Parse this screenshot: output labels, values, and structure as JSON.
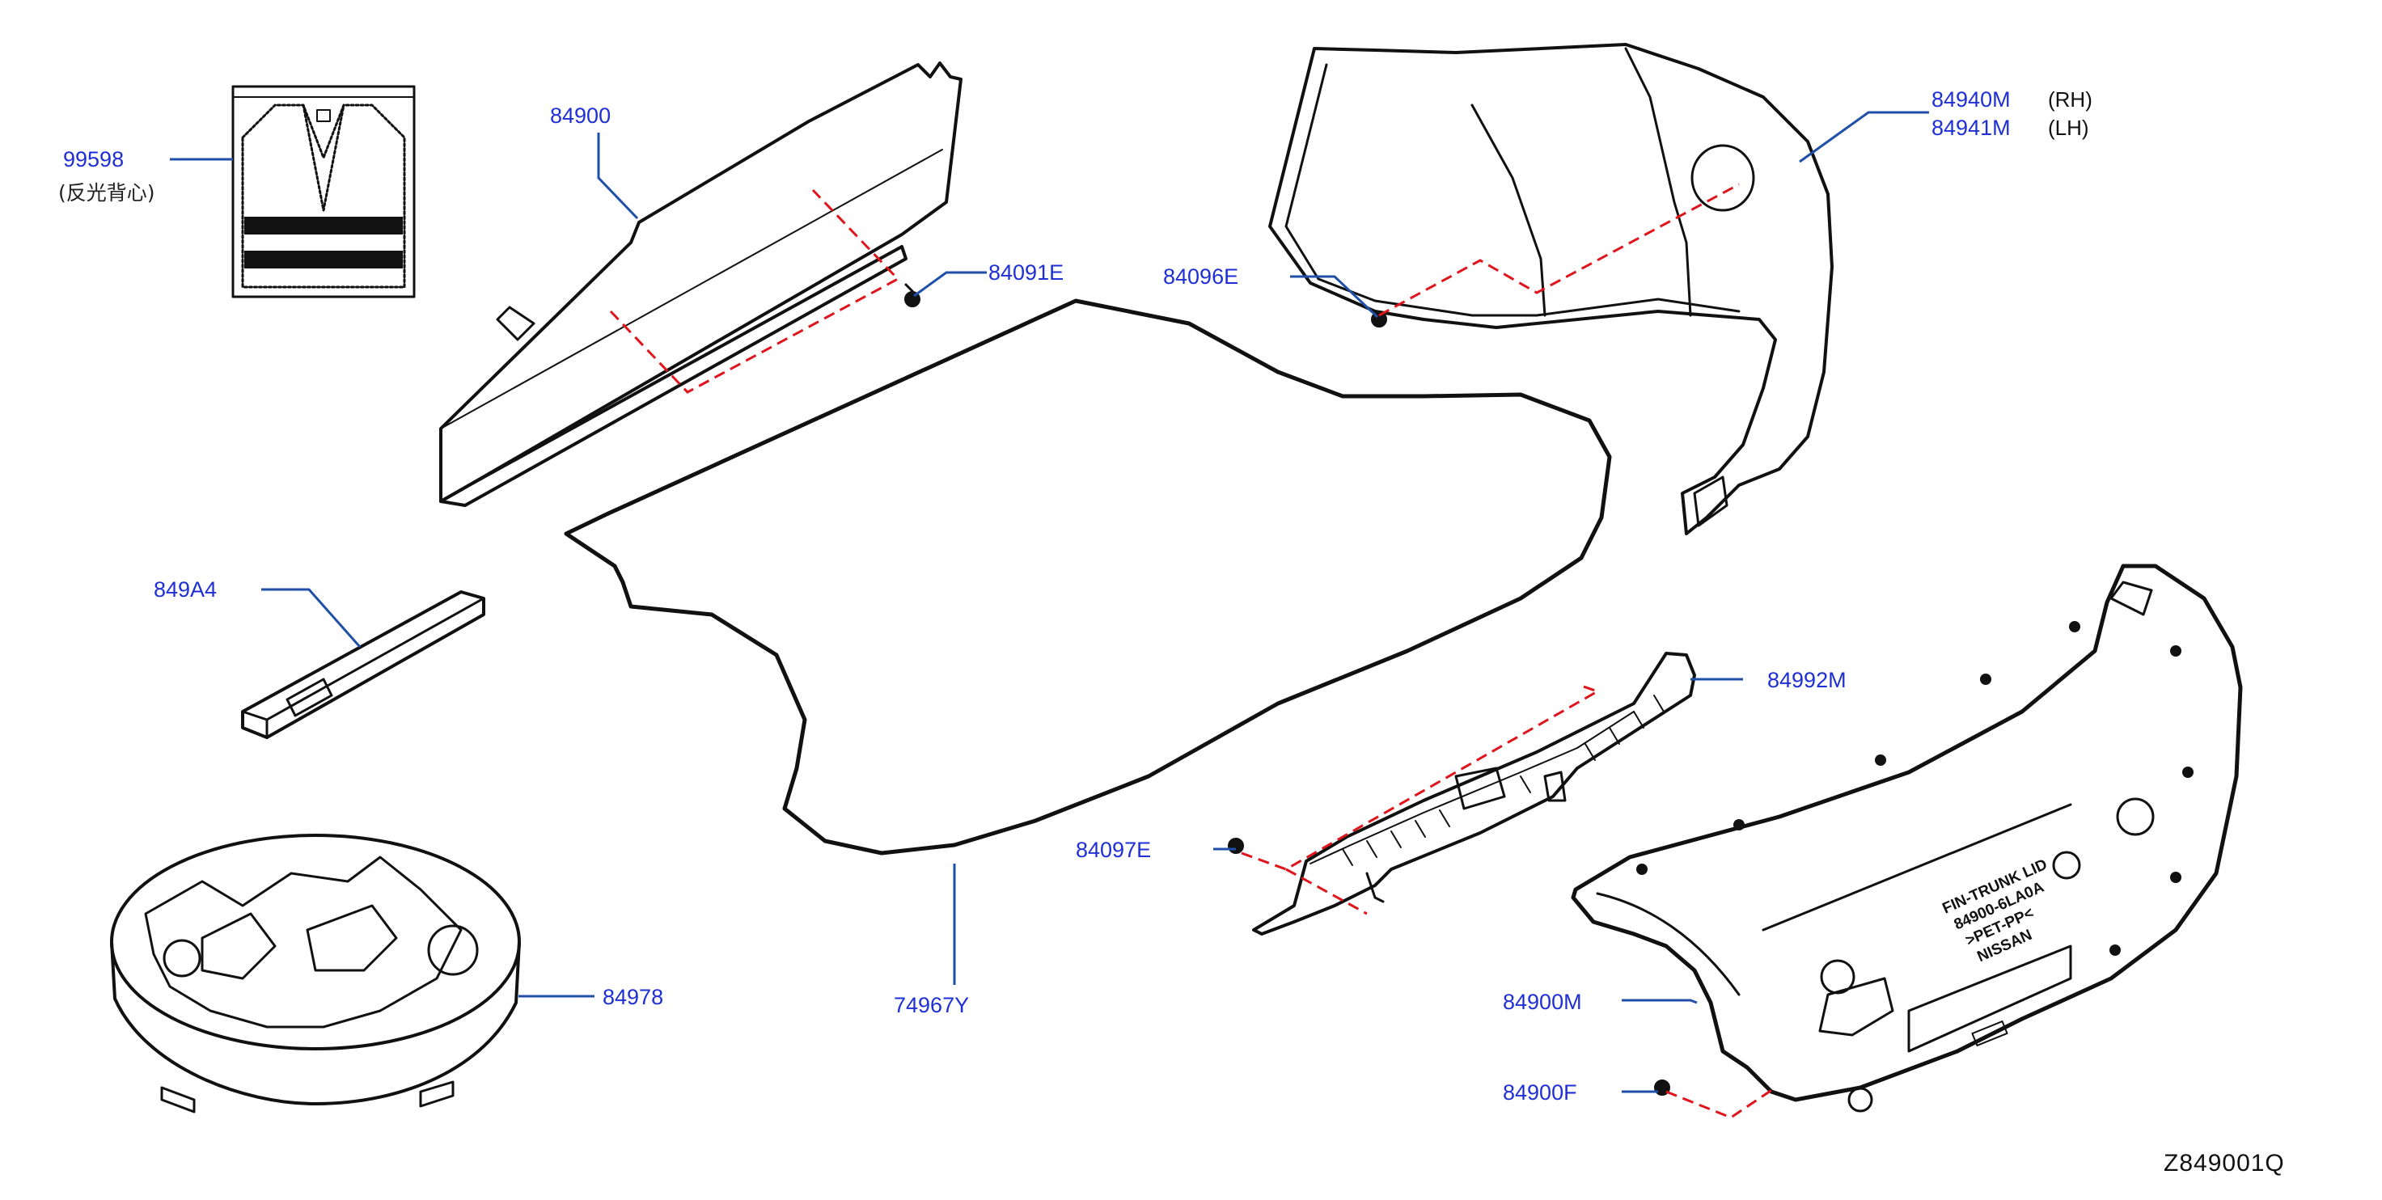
{
  "callouts": {
    "reflective_vest": {
      "part": "99598",
      "note": "(反光背心)"
    },
    "parcel_shelf": {
      "part": "84900"
    },
    "shelf_clip": {
      "part": "84091E"
    },
    "side_trim_clip": {
      "part": "84096E"
    },
    "side_trim": {
      "rh_part": "84940M",
      "rh_side": "(RH)",
      "lh_part": "84941M",
      "lh_side": "(LH)"
    },
    "trim_bar": {
      "part": "849A4"
    },
    "trunk_mat": {
      "part": "74967Y"
    },
    "rear_plate": {
      "part": "84992M"
    },
    "rear_plate_clip": {
      "part": "84097E"
    },
    "tire_well_box": {
      "part": "84978"
    },
    "lid_trim": {
      "part": "84900M"
    },
    "lid_trim_clip": {
      "part": "84900F"
    }
  },
  "lid_label": {
    "line1": "FIN-TRUNK LID",
    "line2": "84900-6LA0A",
    "line3": ">PET-PP<",
    "line4": "NISSAN"
  },
  "drawing_number": "Z849001Q",
  "colors": {
    "callout_text": "#1f2fd6",
    "leader_line": "#1f4fa8",
    "ref_line": "#e0141c",
    "outline": "#111111"
  }
}
